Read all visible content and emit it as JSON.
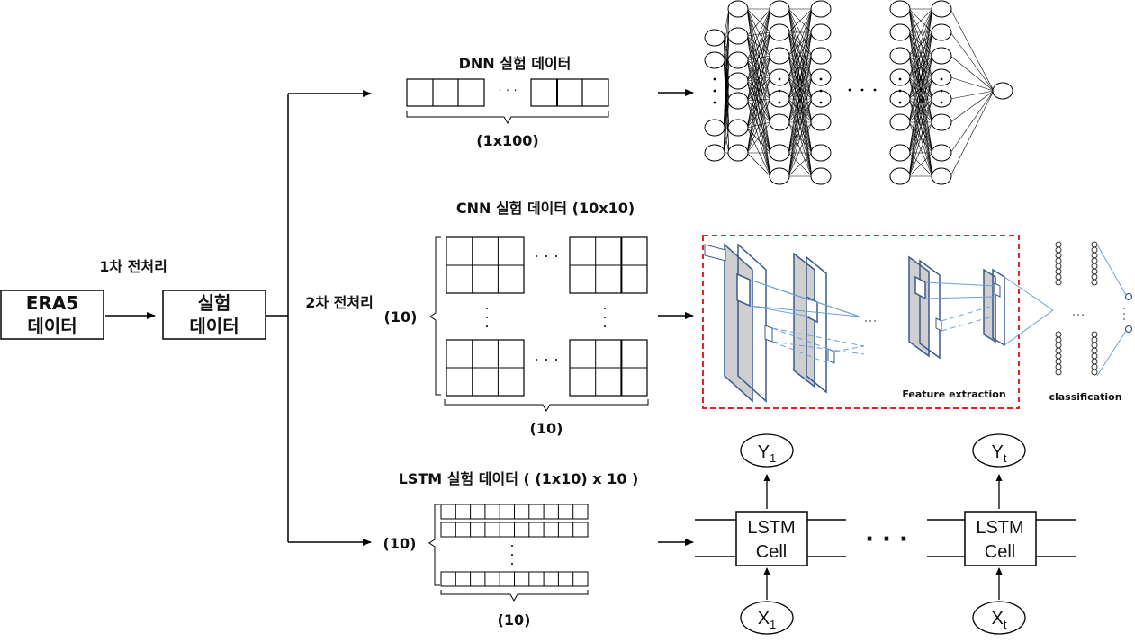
{
  "source": {
    "line1": "ERA5",
    "line2": "데이터"
  },
  "step1_label": "1차 전처리",
  "experiment": {
    "line1": "실험",
    "line2": "데이터"
  },
  "step2_label": "2차 전처리",
  "dnn": {
    "title": "DNN 실험 데이터",
    "dims": "(1x100)",
    "ellipsis": "· · ·"
  },
  "cnn": {
    "title": "CNN 실험 데이터 (10x10)",
    "rows_label": "(10)",
    "cols_label": "(10)",
    "feature_label": "Feature extraction",
    "class_label": "classification"
  },
  "lstm": {
    "title": "LSTM 실험 데이터 ( (1x10) x 10 )",
    "rows_label": "(10)",
    "cols_label": "(10)",
    "cell_line1": "LSTM",
    "cell_line2": "Cell",
    "out_1": "Y",
    "out_1_sub": "1",
    "out_t": "Y",
    "out_t_sub": "t",
    "in_1": "X",
    "in_1_sub": "1",
    "in_t": "X",
    "in_t_sub": "t",
    "dots": "· · ·"
  },
  "colors": {
    "line": "#000000",
    "dashed_frame": "#e0252b",
    "cnn_plane": "#cfcfcf",
    "cnn_edge": "#3a5a8c",
    "cnn_link": "#6f9fd8"
  }
}
